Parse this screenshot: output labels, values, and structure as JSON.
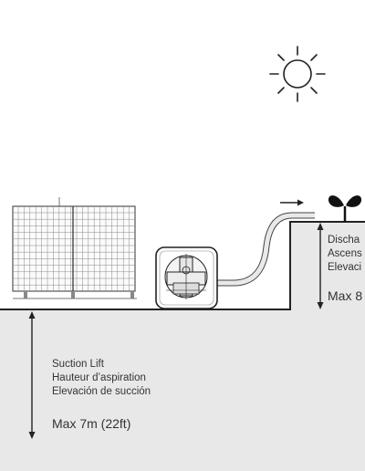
{
  "suction": {
    "line1": "Suction Lift",
    "line2": "Hauteur d’aspiration",
    "line3": "Elevación de succión",
    "max": "Max 7m (22ft)"
  },
  "discharge": {
    "line1": "Discha",
    "line2": "Ascens",
    "line3": "Elevaci",
    "max": "Max 8"
  },
  "icons": {
    "sun": "sun-icon",
    "plant": "seedling-icon",
    "flow_arrow": "arrow-right-icon",
    "solar_panel": "solar-panel-icon",
    "pump": "pump-icon"
  },
  "colors": {
    "ground": "#e8e8e8",
    "line": "#222222",
    "text": "#333333",
    "plant": "#111111"
  }
}
